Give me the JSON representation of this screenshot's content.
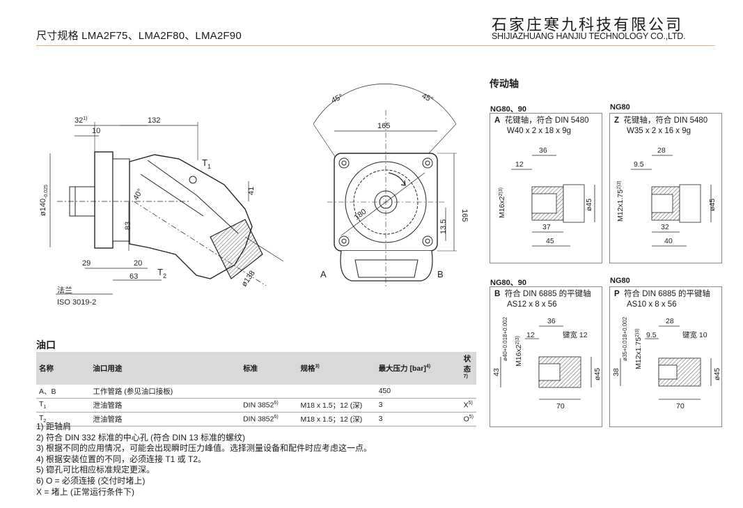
{
  "header": {
    "title": "尺寸规格 LMA2F75、LMA2F80、LMA2F90",
    "company_cn": "石家庄寒九科技有限公司",
    "company_en": "SHIJIAZHUANG HANJIU TECHNOLOGY CO.,LTD."
  },
  "side_view": {
    "dims": {
      "d32": "32",
      "fn1": "1)",
      "d132": "132",
      "d10": "10",
      "t1": "T",
      "t1_sub": "1",
      "d41": "41",
      "d40deg": "40°",
      "d83": "83",
      "d140": "ø140",
      "d140_tol": "-0.025",
      "d29": "29",
      "d20": "20",
      "d63": "63",
      "t2": "T",
      "t2_sub": "2",
      "d138": "ø138",
      "flange_label": "法兰",
      "flange_std": "ISO 3019-2"
    }
  },
  "front_view": {
    "dims": {
      "a45l": "45°",
      "a45r": "45°",
      "d165h": "165",
      "d165v": "165",
      "d180": "180",
      "d13_5": "13.5",
      "port_a": "A",
      "port_b": "B"
    }
  },
  "shafts": {
    "title": "传动轴",
    "boxes": [
      {
        "ng": "NG80、90",
        "code": "A",
        "desc": "花键轴，符合 DIN 5480",
        "spec": "W40 x 2 x 18 x 9g",
        "thread": "M16x2",
        "thread_fn": "2)3)",
        "d_top": "36",
        "d_small": "12",
        "d_dia": "ø45",
        "d_len1": "37",
        "d_len2": "45"
      },
      {
        "ng": "NG80",
        "code": "Z",
        "desc": "花键轴，符合 DIN 5480",
        "spec": "W35 x 2 x 16 x 9g",
        "thread": "M12x1.75",
        "thread_fn": "2)3)",
        "d_top": "28",
        "d_small": "9.5",
        "d_dia": "ø45",
        "d_len1": "32",
        "d_len2": "40"
      },
      {
        "ng": "NG80、90",
        "code": "B",
        "desc": "符合 DIN 6885 的平键轴",
        "spec": "AS12 x 8 x 56",
        "shaft_dia": "ø40+0.018+0.002",
        "thread": "M16x2",
        "thread_fn": "2)3)",
        "d_top": "36",
        "d_small": "12",
        "key": "键宽 12",
        "d_h": "43",
        "d_dia": "ø45",
        "d_len": "70"
      },
      {
        "ng": "NG80",
        "code": "P",
        "desc": "符合 DIN 6885 的平键轴",
        "spec": "AS10 x 8 x 56",
        "shaft_dia": "ø35+0.018+0.002",
        "thread": "M12x1.75",
        "thread_fn": "2)3)",
        "d_top": "28",
        "d_small": "9.5",
        "key": "键宽 10",
        "d_h": "38",
        "d_dia": "ø45",
        "d_len": "70"
      }
    ]
  },
  "ports": {
    "title": "油口",
    "headers": [
      "名称",
      "油口用途",
      "标准",
      "规格",
      "最大压力 [bar]",
      "状态"
    ],
    "header_fns": [
      "",
      "",
      "",
      "3)",
      "4)",
      "7)"
    ],
    "rows": [
      {
        "name": "A、B",
        "use": "工作管路 (参见油口接板)",
        "std": "",
        "std_fn": "",
        "size": "",
        "pressure": "450",
        "state": "",
        "state_fn": ""
      },
      {
        "name": "T",
        "name_sub": "1",
        "use": "泄油管路",
        "std": "DIN 3852",
        "std_fn": "6)",
        "size": "M18 x 1.5；12 (深)",
        "pressure": "3",
        "state": "X",
        "state_fn": "5)"
      },
      {
        "name": "T",
        "name_sub": "2",
        "use": "泄油管路",
        "std": "DIN 3852",
        "std_fn": "6)",
        "size": "M18 x 1.5；12 (深)",
        "pressure": "3",
        "state": "O",
        "state_fn": "5)"
      }
    ]
  },
  "footnotes": [
    "1) 距轴肩",
    "2) 符合 DIN 332 标准的中心孔 (符合 DIN 13 标准的螺纹)",
    "3) 根据不同的应用情况，可能会出现瞬时压力峰值。选择测量设备和配件时应考虑这一点。",
    "4) 根据安装位置的不同，必须连接 T1 或 T2。",
    "5) 锪孔可比相应标准规定更深。",
    "6) O = 必须连接 (交付时堵上)",
    "X = 堵上 (正常运行条件下)"
  ],
  "colors": {
    "rule": "#d9b98c",
    "table_header": "#d9d9d9",
    "hatch": "#555555"
  }
}
